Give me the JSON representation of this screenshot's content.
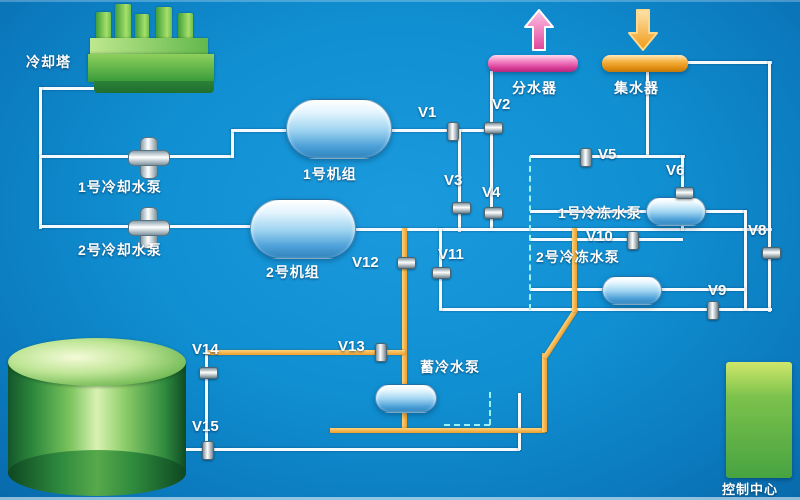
{
  "equipment": {
    "cooling_tower": "冷却塔",
    "cooling_pump_1": "1号冷却水泵",
    "cooling_pump_2": "2号冷却水泵",
    "chiller_1": "1号机组",
    "chiller_2": "2号机组",
    "distributor": "分水器",
    "collector": "集水器",
    "chilled_pump_1": "1号冷冻水泵",
    "chilled_pump_2": "2号冷冻水泵",
    "storage_pump": "蓄冷水泵",
    "control_center": "控制中心"
  },
  "valves": [
    {
      "id": "V1"
    },
    {
      "id": "V2"
    },
    {
      "id": "V3"
    },
    {
      "id": "V4"
    },
    {
      "id": "V5"
    },
    {
      "id": "V6"
    },
    {
      "id": "V8"
    },
    {
      "id": "V9"
    },
    {
      "id": "V10"
    },
    {
      "id": "V11"
    },
    {
      "id": "V12"
    },
    {
      "id": "V13"
    },
    {
      "id": "V14"
    },
    {
      "id": "V15"
    }
  ],
  "colors": {
    "background": "#1090d2",
    "pipe_water": "#f4fafd",
    "pipe_storage_orange": "#eea437",
    "signal_dashed_cyan": "#9ff0f0",
    "distributor_pink": "#e0459c",
    "collector_orange": "#f2a431",
    "equipment_green": "#57b247",
    "vessel_blue": "#5aa9dd"
  }
}
